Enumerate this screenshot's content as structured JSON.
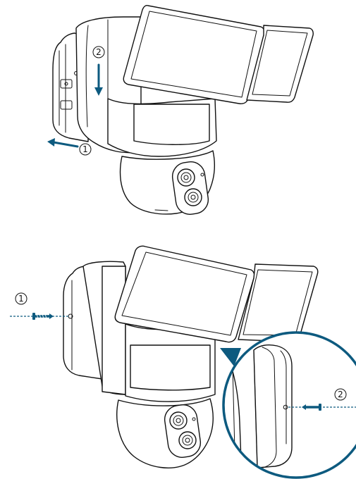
{
  "colors": {
    "accent": "#0d5a7f",
    "line": "#111111",
    "background": "#ffffff"
  },
  "step_markers": {
    "top_remove_cover": "1",
    "top_slide_down": "2",
    "bottom_left_screw": "1",
    "bottom_right_screw": "2"
  }
}
